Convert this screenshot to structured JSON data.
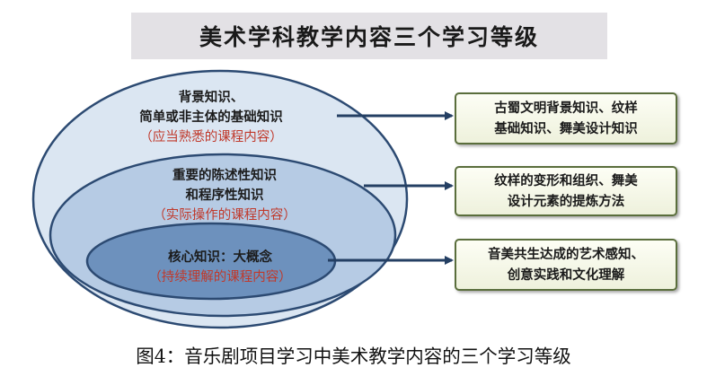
{
  "title": "美术学科教学内容三个学习等级",
  "levels": [
    {
      "line1": "背景知识、",
      "line2": "简单或非主体的基础知识",
      "note": "（应当熟悉的课程内容）",
      "box_line1": "古蜀文明背景知识、纹样",
      "box_line2": "基础知识、舞美设计知识"
    },
    {
      "line1": "重要的陈述性知识",
      "line2": "和程序性知识",
      "note": "（实际操作的课程内容）",
      "box_line1": "纹样的变形和组织、舞美",
      "box_line2": "设计元素的提炼方法"
    },
    {
      "line1": "核心知识：大概念",
      "note": "（持续理解的课程内容）",
      "box_line1": "音美共生达成的艺术感知、",
      "box_line2": "创意实践和文化理解"
    }
  ],
  "caption": "图4：音乐剧项目学习中美术教学内容的三个学习等级",
  "colors": {
    "outer_ellipse": "#d8e4f1",
    "middle_ellipse": "#b5cbe3",
    "inner_ellipse": "#6f93bf",
    "ellipse_stroke": "#2c4a72",
    "arrow": "#243f63",
    "note_text": "#c0392b"
  }
}
